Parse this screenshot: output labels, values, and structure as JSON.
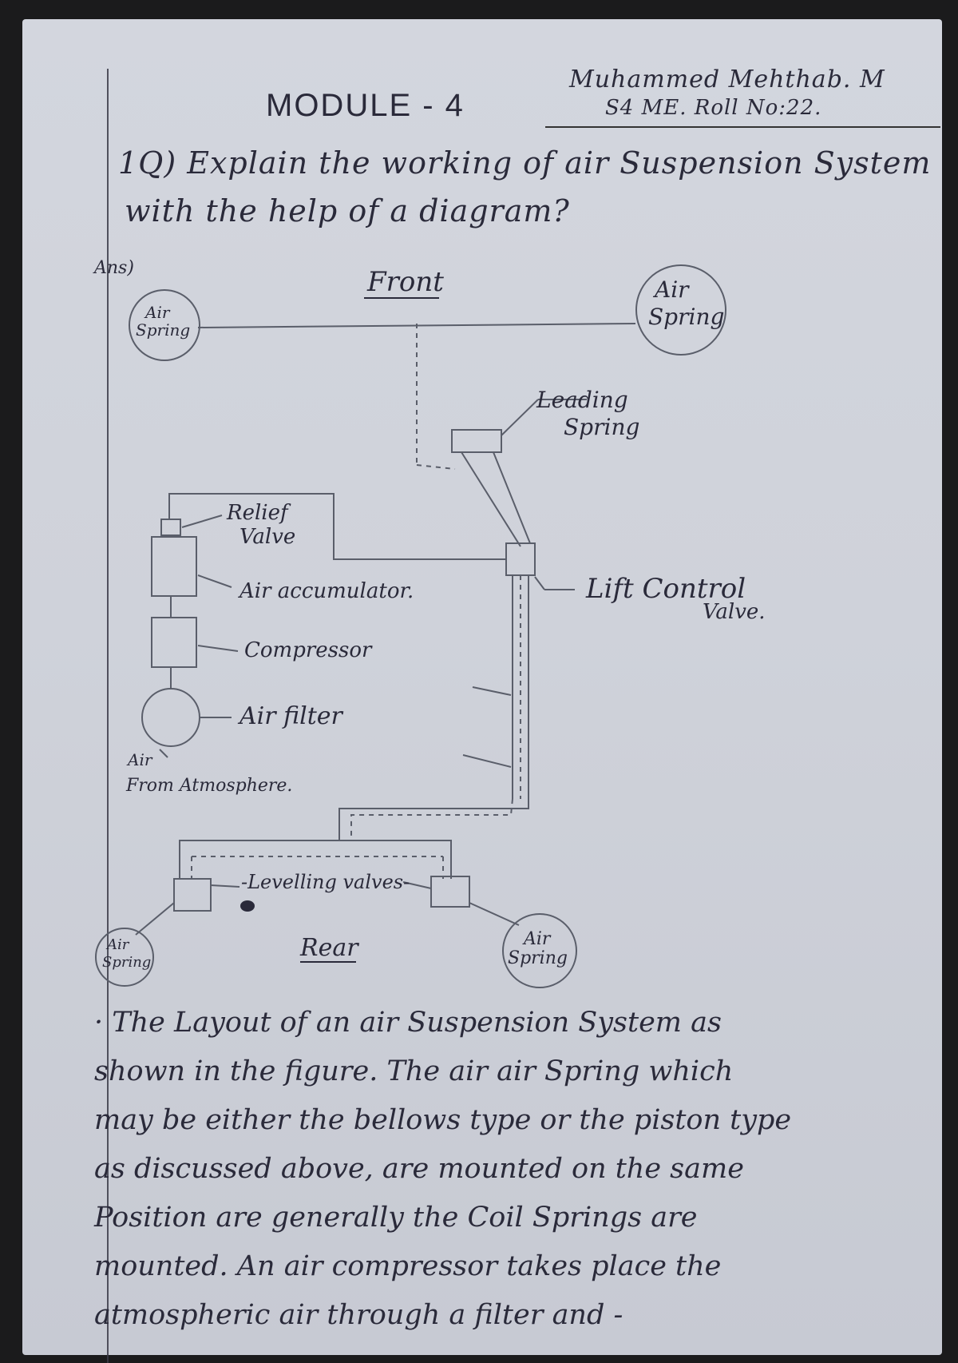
{
  "header": {
    "title": "MODULE - 4",
    "student_name": "Muhammed Mehthab. M",
    "student_class": "S4 ME. Roll No:22."
  },
  "question": {
    "line1": "1Q) Explain the working of air Suspension System",
    "line2": "with the help of a diagram?"
  },
  "diagram": {
    "ans_label": "Ans)",
    "front_label": "Front",
    "rear_label": "Rear",
    "air_spring_front_left": [
      "Air",
      "Spring"
    ],
    "air_spring_front_right": [
      "Air",
      "Spring"
    ],
    "air_spring_rear_left": [
      "Air",
      "Spring"
    ],
    "air_spring_rear_right": [
      "Air",
      "Spring"
    ],
    "leveling_spring": [
      "Leading",
      "Spring"
    ],
    "relief_valve": [
      "Relief",
      "Valve"
    ],
    "air_accumulator": "Air accumulator.",
    "compressor": "Compressor",
    "air_filter": "Air filter",
    "air_from_atmosphere": [
      "Air",
      "From Atmosphere."
    ],
    "lift_control_valve": [
      "Lift Control",
      "Valve."
    ],
    "levelling_valves": "-Levelling valves-"
  },
  "answer": {
    "lines": [
      "· The Layout of an air Suspension System as",
      "shown in the figure. The air air Spring which",
      "may be either the bellows type or the piston type",
      "as discussed above, are mounted on the same",
      "Position are generally the Coil Springs are",
      "mounted. An air compressor takes place the",
      "atmospheric air through a filter and -"
    ]
  },
  "colors": {
    "paper": "#d0d3db",
    "ink": "#2a2a3a",
    "pencil": "#5a5e6a"
  }
}
